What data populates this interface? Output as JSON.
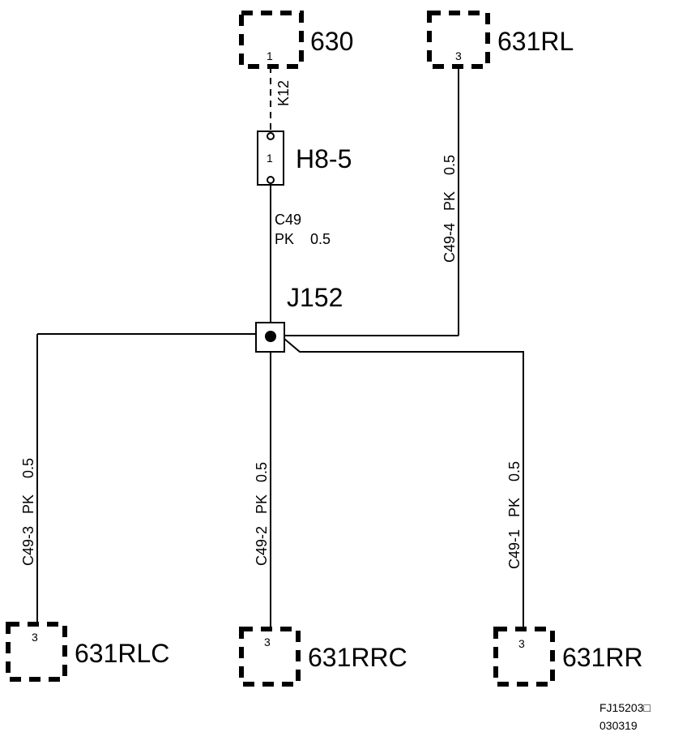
{
  "connectors": {
    "c630": {
      "name": "630",
      "pin": "1"
    },
    "c631rl": {
      "name": "631RL",
      "pin": "3"
    },
    "c631rlc": {
      "name": "631RLC",
      "pin": "3"
    },
    "c631rrc": {
      "name": "631RRC",
      "pin": "3"
    },
    "c631rr": {
      "name": "631RR",
      "pin": "3"
    }
  },
  "fuse": {
    "name": "H8-5",
    "pin": "1"
  },
  "splice": {
    "name": "J152"
  },
  "wires": {
    "k12": "K12",
    "c49": {
      "circuit": "C49",
      "color_size": "PK    0.5"
    },
    "c49_4": "C49-4   PK    0.5",
    "c49_3": "C49-3   PK    0.5",
    "c49_2": "C49-2   PK   0.5",
    "c49_1": "C49-1   PK    0.5"
  },
  "footer": {
    "figure_id": "FJ15203□",
    "date_code": "030319"
  }
}
